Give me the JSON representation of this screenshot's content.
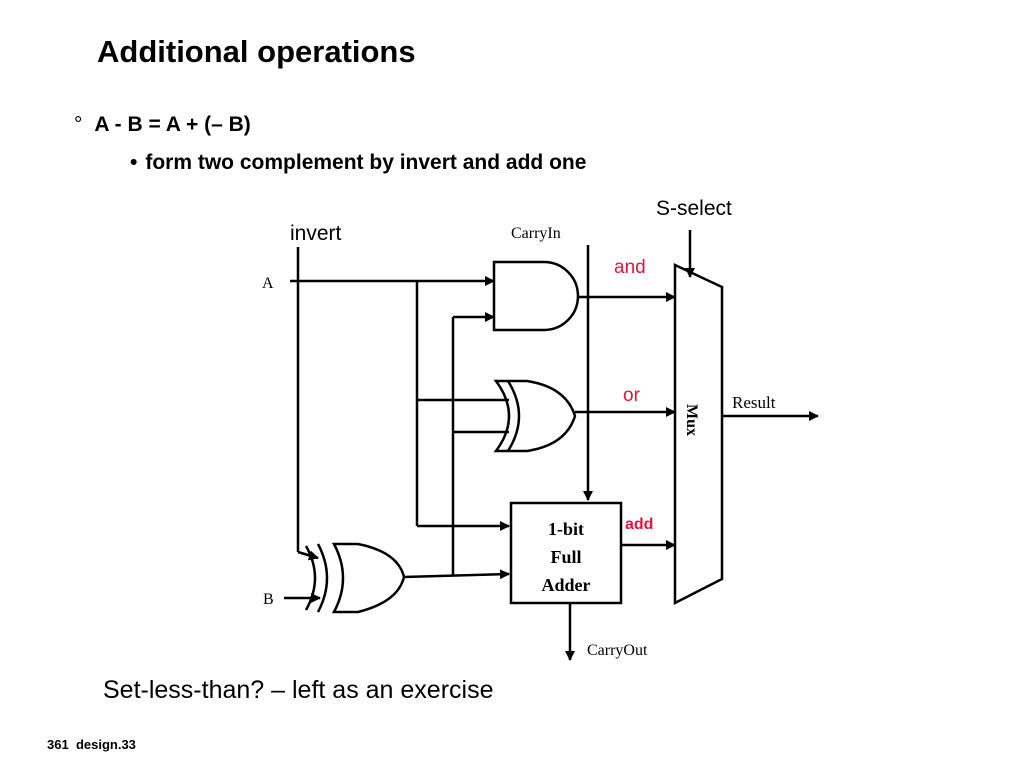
{
  "slide": {
    "title": "Additional operations",
    "bullet_level1": {
      "marker": "°",
      "text": "A - B = A + (– B)"
    },
    "bullet_level2": {
      "marker": "•",
      "text": "form two complement by invert and add one"
    },
    "footer_note": "Set-less-than? – left as an exercise",
    "slide_number": "361",
    "slide_source": "design.33"
  },
  "diagram": {
    "labels": {
      "s_select": "S-select",
      "invert": "invert",
      "carry_in": "CarryIn",
      "input_a": "A",
      "input_b": "B",
      "and_label": "and",
      "or_label": "or",
      "add_label": "add",
      "mux": "Mux",
      "result": "Result",
      "carry_out": "CarryOut",
      "adder_line1": "1-bit",
      "adder_line2": "Full",
      "adder_line3": "Adder"
    },
    "colors": {
      "operation_labels": "#e0153f",
      "wires": "#000000"
    }
  }
}
